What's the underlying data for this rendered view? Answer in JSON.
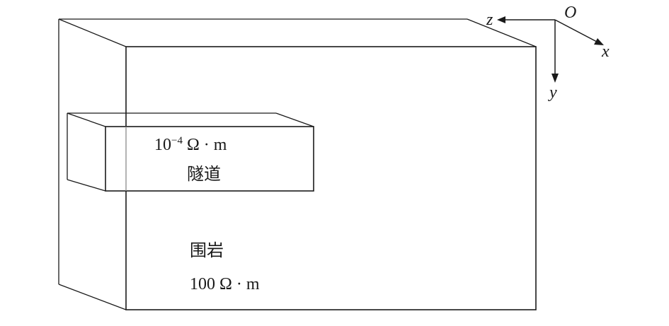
{
  "tunnel": {
    "resistivity_base": "10",
    "resistivity_exp": "−4",
    "resistivity_unit": " Ω · m",
    "name": "隧道"
  },
  "rock": {
    "name": "围岩",
    "resistivity": "100 Ω · m"
  },
  "axes": {
    "origin": "O",
    "x": "x",
    "y": "y",
    "z": "z"
  }
}
